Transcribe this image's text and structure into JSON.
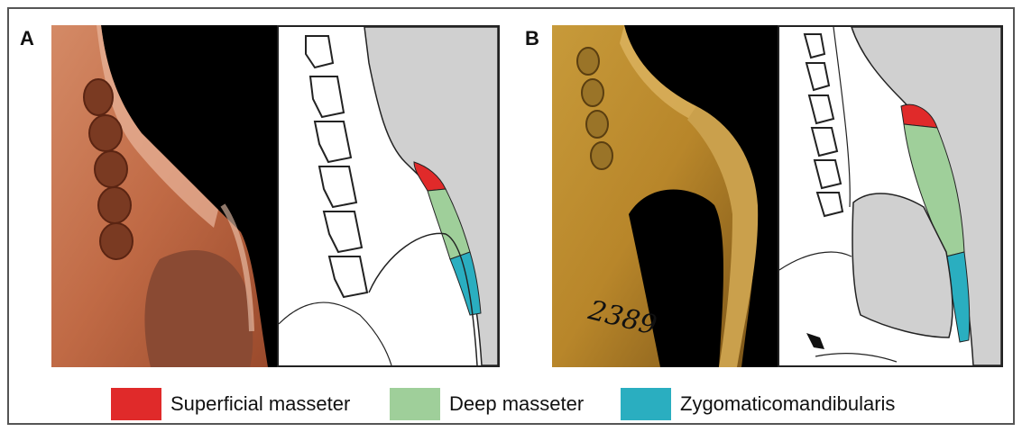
{
  "panels": [
    {
      "label": "A"
    },
    {
      "label": "B"
    }
  ],
  "specimen_number": "2389",
  "legend": [
    {
      "label": "Superficial masseter",
      "color": "#e02a2a"
    },
    {
      "label": "Deep masseter",
      "color": "#9fcf9a"
    },
    {
      "label": "Zygomaticomandibularis",
      "color": "#2aaec0"
    }
  ],
  "colors": {
    "background_shade": "#d0d0d0",
    "outline": "#222222"
  }
}
